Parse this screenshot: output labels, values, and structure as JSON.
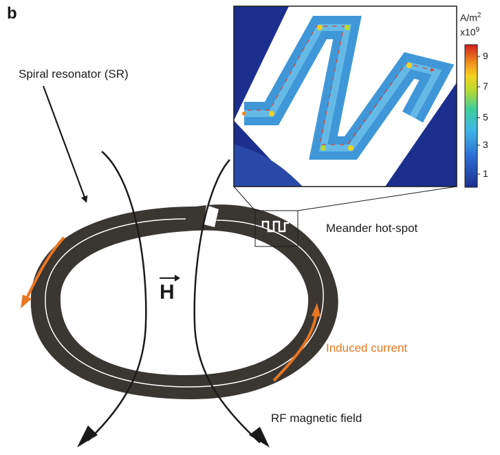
{
  "panel_label": "b",
  "labels": {
    "spiral_resonator": "Spiral resonator (SR)",
    "meander_hotspot": "Meander hot-spot",
    "induced_current": "Induced current",
    "rf_field": "RF magnetic field",
    "h_vector": "H"
  },
  "colorbar": {
    "unit_line1": "A/m",
    "unit_sup1": "2",
    "unit_line2": "x10",
    "unit_sup2": "9",
    "ticks": [
      "9",
      "7",
      "5",
      "3",
      "1"
    ]
  },
  "colors": {
    "ring": "#3a3632",
    "current_arrow": "#e87722",
    "inset_background": "#1c2f8f",
    "inset_trace": "#4aa3e0",
    "line": "#1a1a1a"
  }
}
